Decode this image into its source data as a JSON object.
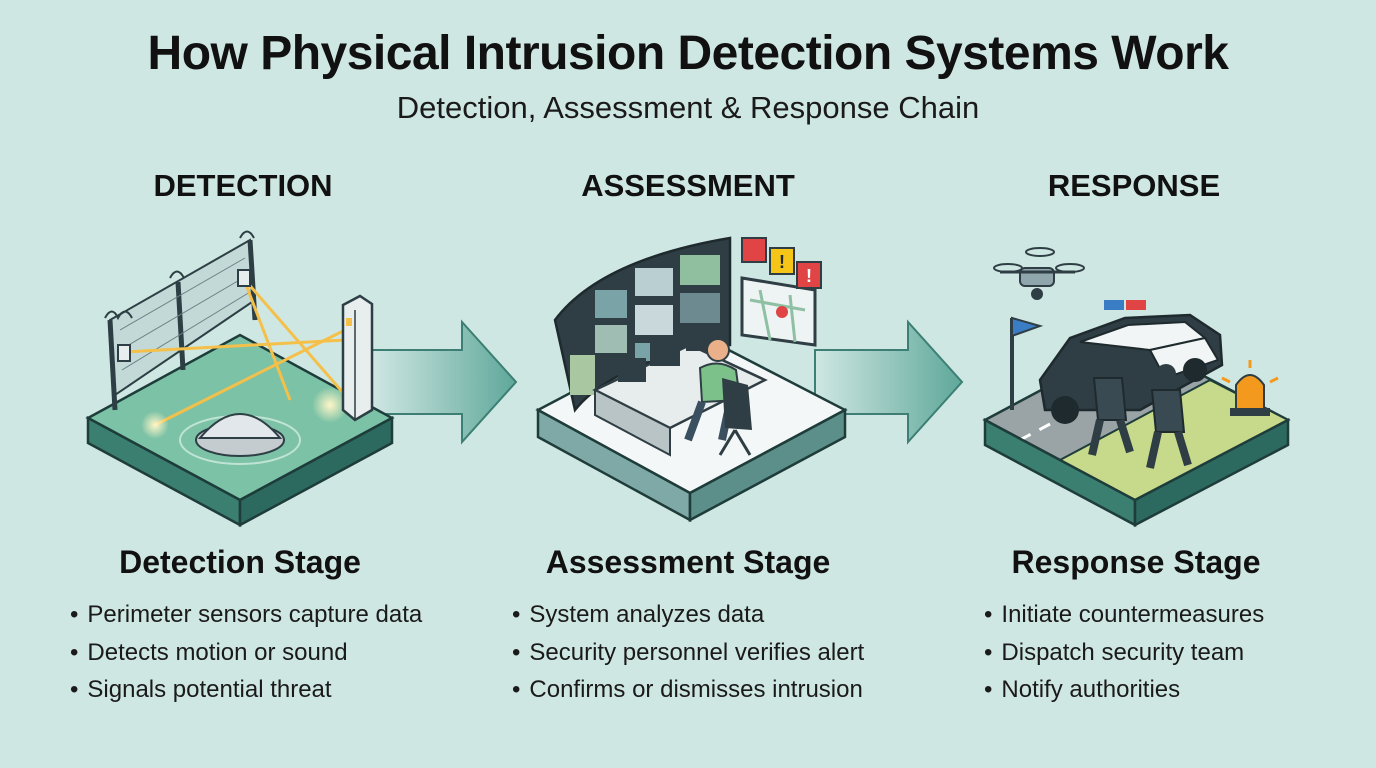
{
  "title": "How Physical Intrusion Detection Systems Work",
  "subtitle": "Detection, Assessment & Response Chain",
  "stages": [
    {
      "heading": "DETECTION",
      "title": "Detection Stage",
      "bullets": [
        "Perimeter sensors capture data",
        "Detects motion or sound",
        "Signals potential threat"
      ]
    },
    {
      "heading": "ASSESSMENT",
      "title": "Assessment Stage",
      "bullets": [
        "System analyzes data",
        "Security personnel verifies alert",
        "Confirms or dismisses intrusion"
      ]
    },
    {
      "heading": "RESPONSE",
      "title": "Response Stage",
      "bullets": [
        "Initiate countermeasures",
        "Dispatch security team",
        "Notify authorities"
      ]
    }
  ],
  "icons": {
    "detection": [
      "perimeter-fence-icon",
      "laser-beam-icon",
      "sensor-post-icon",
      "dome-sensor-icon"
    ],
    "assessment": [
      "monitor-wall-icon",
      "alert-sign-icon",
      "map-screen-icon",
      "operator-icon"
    ],
    "response": [
      "drone-icon",
      "police-car-icon",
      "guard-icon",
      "warning-beacon-icon",
      "flag-icon"
    ],
    "flow": "arrow-right-icon"
  },
  "colors": {
    "background": "#cfe7e3",
    "platform_top": "#6fb79e",
    "platform_side": "#2f6f66",
    "arrow": "#5fa89a",
    "laser": "#f4c04a",
    "alert_red": "#e04444",
    "alert_yellow": "#f5c518"
  }
}
